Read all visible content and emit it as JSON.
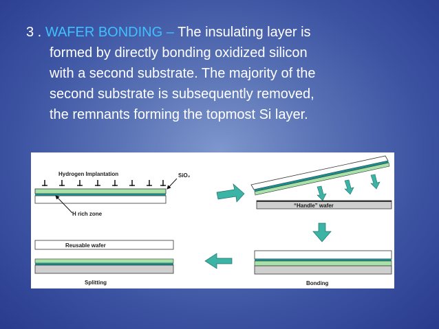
{
  "slide": {
    "number": "3 .",
    "heading": "WAFER BONDING",
    "dash": "–",
    "line1_rest": "The insulating layer is",
    "line2": "formed by directly bonding oxidized silicon",
    "line3": "with a second substrate. The majority of the",
    "line4": "second substrate is subsequently removed,",
    "line5": "the remnants forming the topmost Si layer."
  },
  "figure": {
    "implant_label": "Hydrogen Implantation",
    "sio2_label": "SiO₂",
    "h_rich_label": "H rich zone",
    "handle_label": "“Handle” wafer",
    "reusable_label": "Reusable wafer",
    "splitting_label": "Splitting",
    "bonding_label": "Bonding"
  },
  "colors": {
    "accent_text": "#3fc1ff",
    "wafer_green": "#a8e2a8",
    "oxide_teal": "#1b8d8d",
    "handle_gray": "#cfcfcf",
    "arrow_teal": "#3bb3a5"
  }
}
